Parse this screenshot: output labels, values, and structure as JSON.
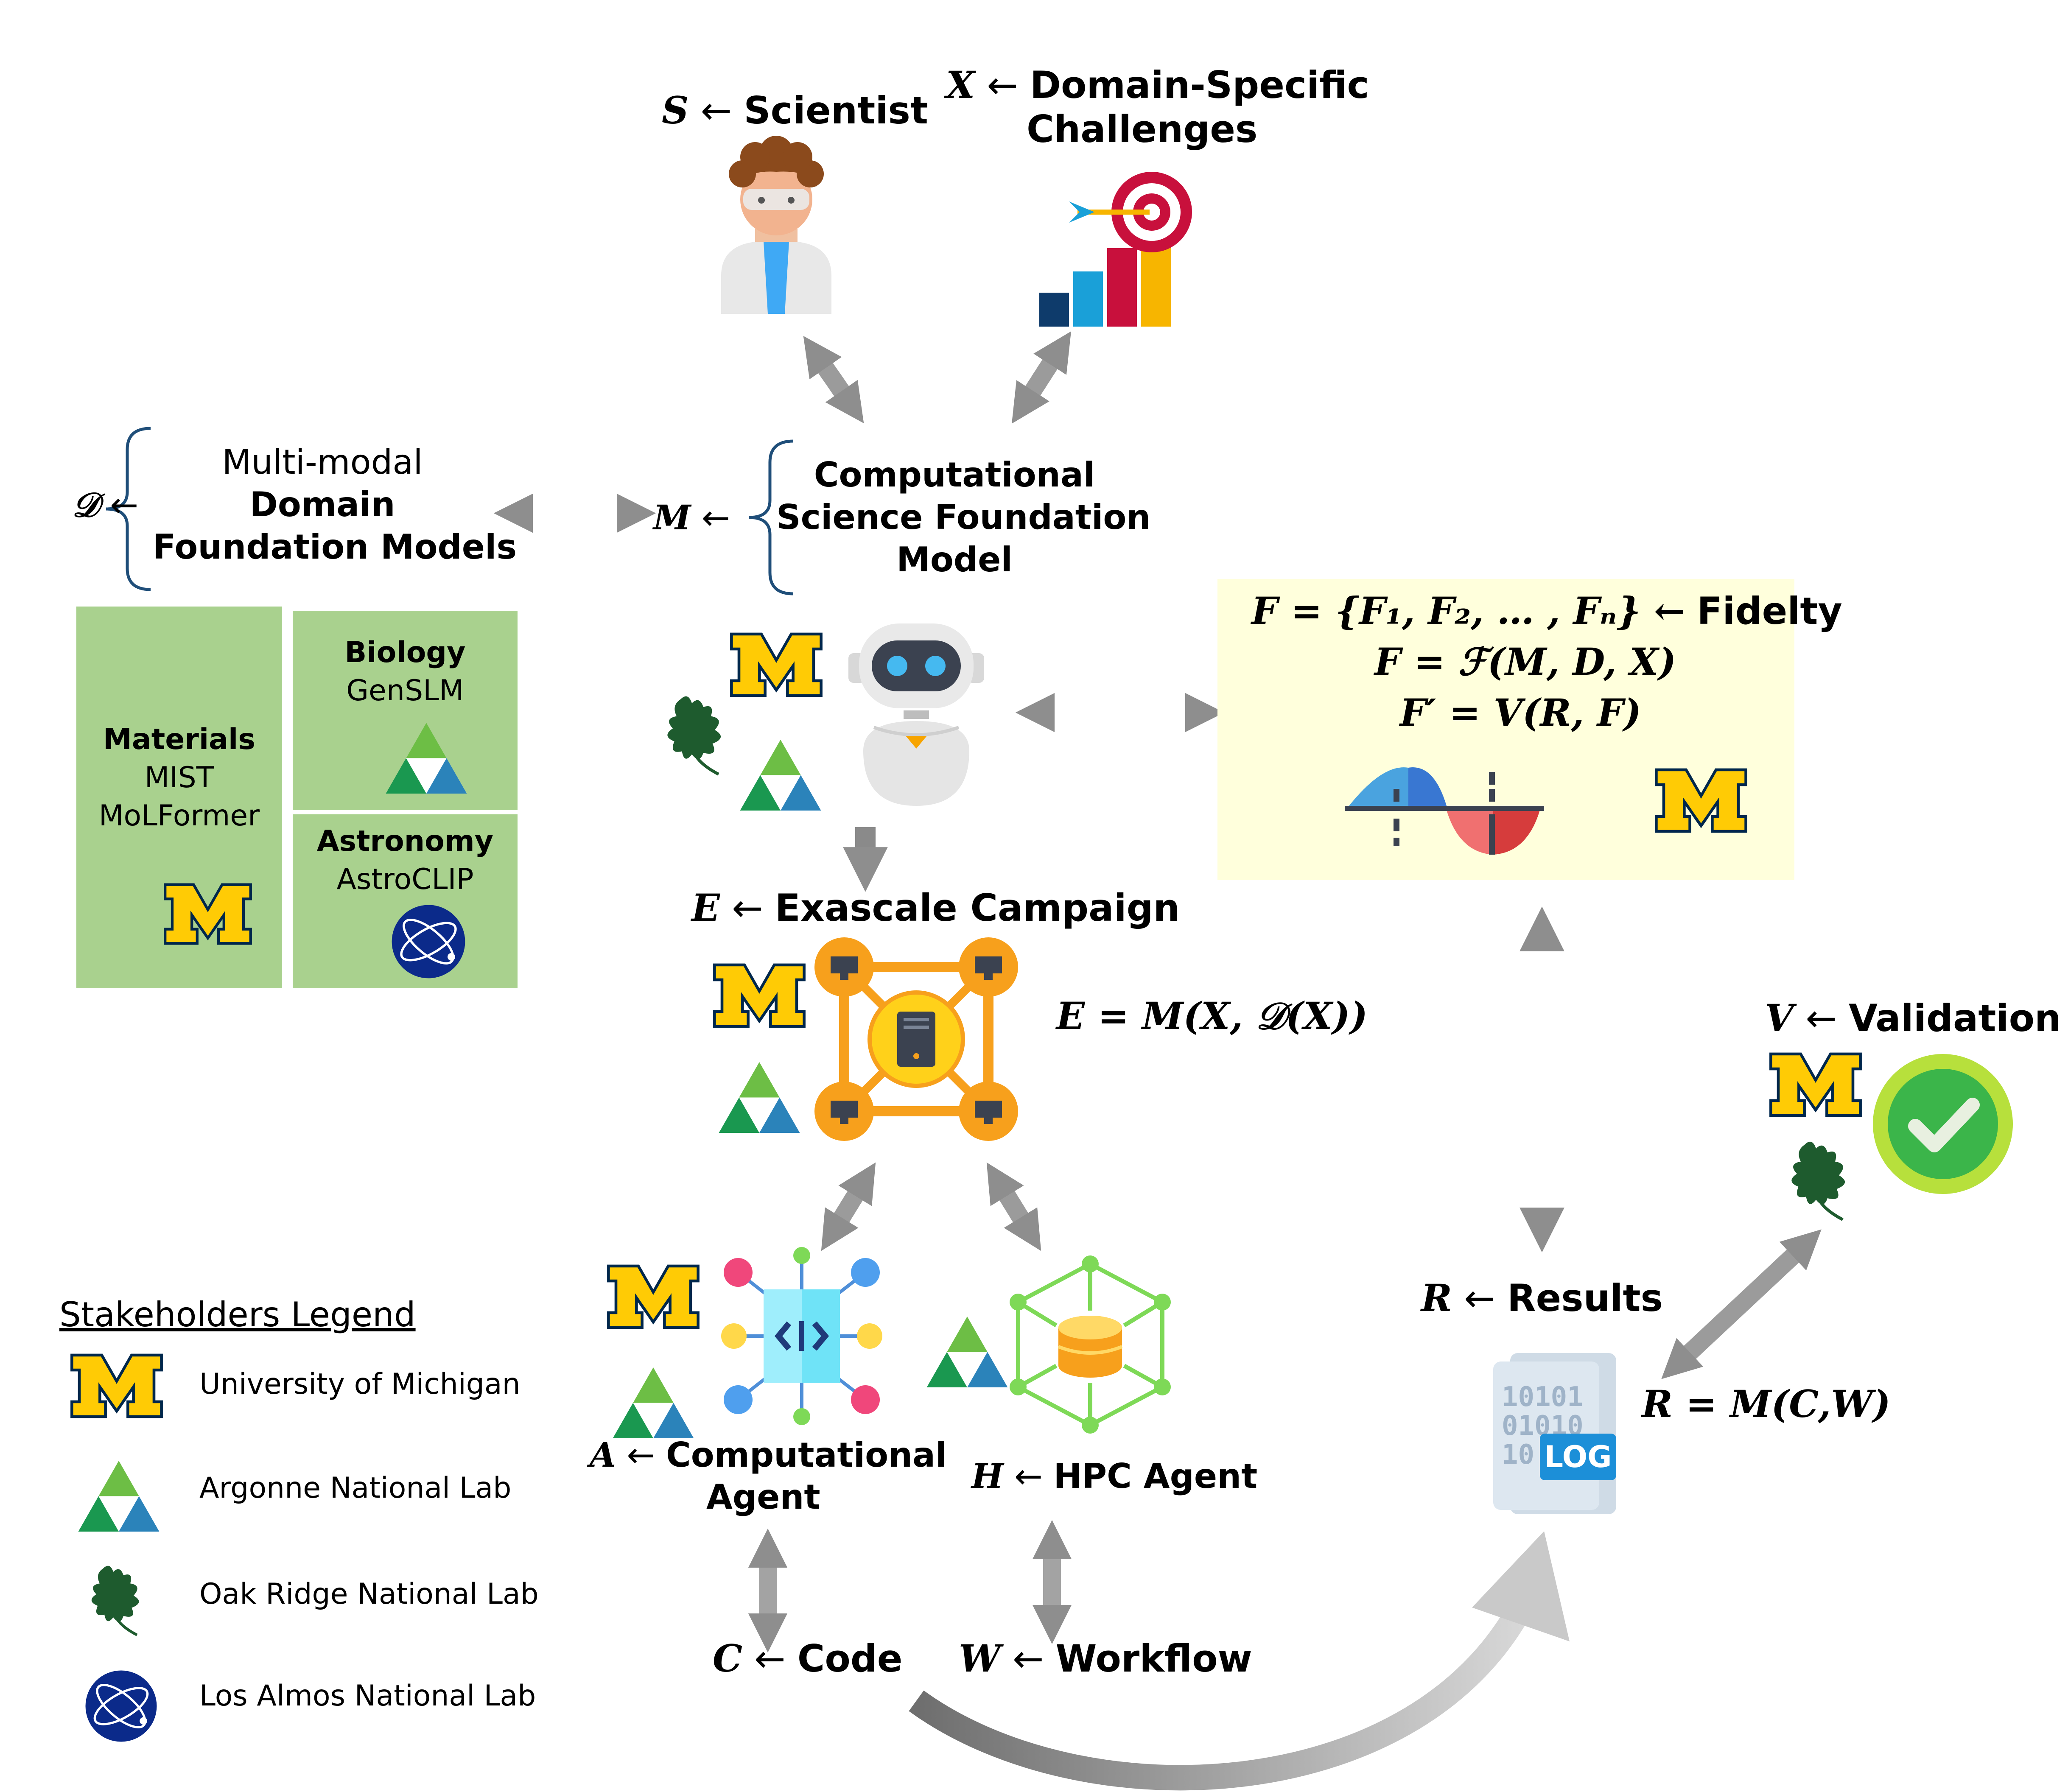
{
  "scientist": {
    "var": "S",
    "arrow": "←",
    "label": "Scientist"
  },
  "domain_challenges": {
    "var": "X",
    "arrow": "←",
    "line1": "Domain-Specific",
    "line2": "Challenges"
  },
  "domain_models": {
    "var": "𝒟",
    "arrow": "←",
    "line1": "Multi-modal",
    "line2": "Domain",
    "line3": "Foundation Models"
  },
  "foundation_model": {
    "var": "M",
    "arrow": "←",
    "line1": "Computational",
    "line2": "Science Foundation",
    "line3": "Model"
  },
  "domains": {
    "materials": {
      "title": "Materials",
      "m1": "MIST",
      "m2": "MoLFormer"
    },
    "biology": {
      "title": "Biology",
      "m1": "GenSLM"
    },
    "astronomy": {
      "title": "Astronomy",
      "m1": "AstroCLIP"
    }
  },
  "fidelity": {
    "line1": "F = {F₁, F₂, … , Fₙ} ←",
    "line1_word": "Fidelty",
    "line2": "F = ℱ(M, D, X)",
    "line3": "F′ = V(R, F)"
  },
  "exascale": {
    "var": "E",
    "arrow": "←",
    "label": "Exascale Campaign",
    "equation": "E = M(X, 𝒟(X))"
  },
  "validation": {
    "var": "V",
    "arrow": "←",
    "label": "Validation"
  },
  "results": {
    "var": "R",
    "arrow": "←",
    "label": "Results",
    "equation": "R = M(C,W)",
    "log_label": "LOG",
    "bits1": "10101",
    "bits2": "01010",
    "bits3": "10"
  },
  "comp_agent": {
    "var": "A",
    "arrow": "←",
    "line1": "Computational",
    "line2": "Agent"
  },
  "hpc_agent": {
    "var": "H",
    "arrow": "←",
    "label": "HPC Agent"
  },
  "code": {
    "var": "C",
    "arrow": "←",
    "label": "Code"
  },
  "workflow": {
    "var": "W",
    "arrow": "←",
    "label": "Workflow"
  },
  "legend": {
    "title": "Stakeholders Legend",
    "items": [
      {
        "label": "University of Michigan"
      },
      {
        "label": "Argonne National Lab"
      },
      {
        "label": "Oak Ridge National Lab"
      },
      {
        "label": "Los Almos National Lab"
      }
    ]
  },
  "colors": {
    "michigan_maize": "#ffcb05",
    "michigan_blue": "#00274c",
    "green_panel": "#a9d18e",
    "fidelity_panel": "#ffffdc",
    "arrow_gray": "#8c8c8c"
  }
}
